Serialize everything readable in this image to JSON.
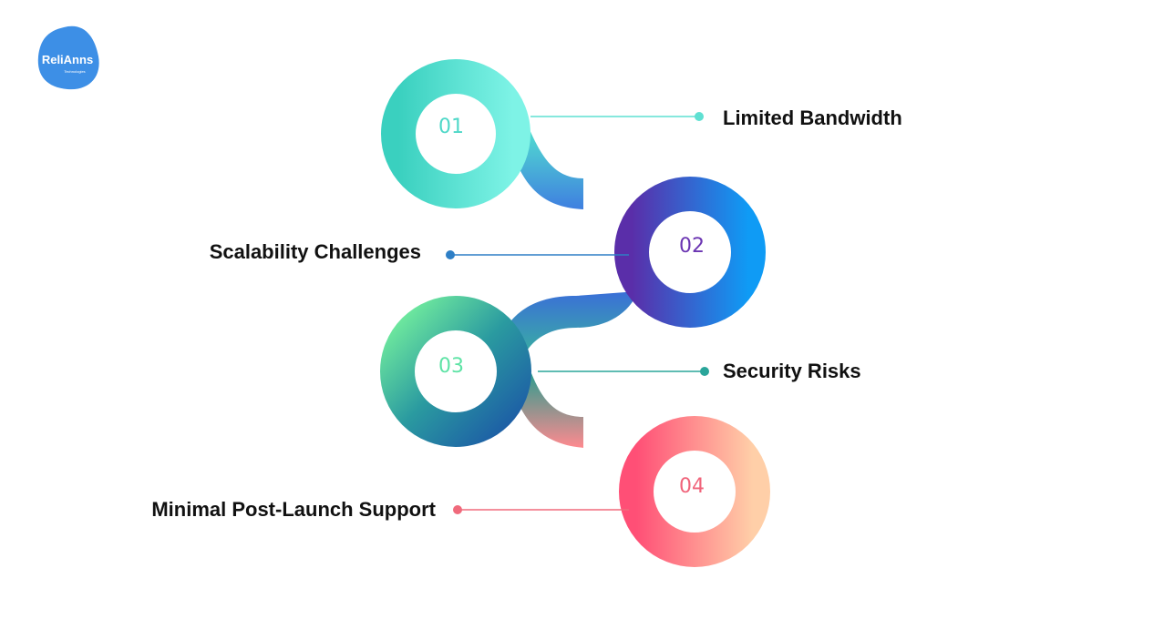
{
  "logo": {
    "wordmark": "ReliAnns",
    "subtitle": "Technologies"
  },
  "steps": [
    {
      "number": "01",
      "label": "Limited Bandwidth",
      "color": "#4ad9c7"
    },
    {
      "number": "02",
      "label": "Scalability Challenges",
      "color": "#5b3fb8"
    },
    {
      "number": "03",
      "label": "Security Risks",
      "color": "#2fa39a"
    },
    {
      "number": "04",
      "label": "Minimal Post-Launch Support",
      "color": "#f0637a"
    }
  ],
  "colors": {
    "teal_light": "#74f0e0",
    "teal": "#34c9bd",
    "blue": "#1596f0",
    "purple": "#6a2fb0",
    "green_light": "#6ee9a6",
    "deep_blue": "#1a5fa8",
    "coral": "#ff5f7e",
    "peach": "#ffc9a4",
    "logo_blue": "#3d8fe6"
  }
}
